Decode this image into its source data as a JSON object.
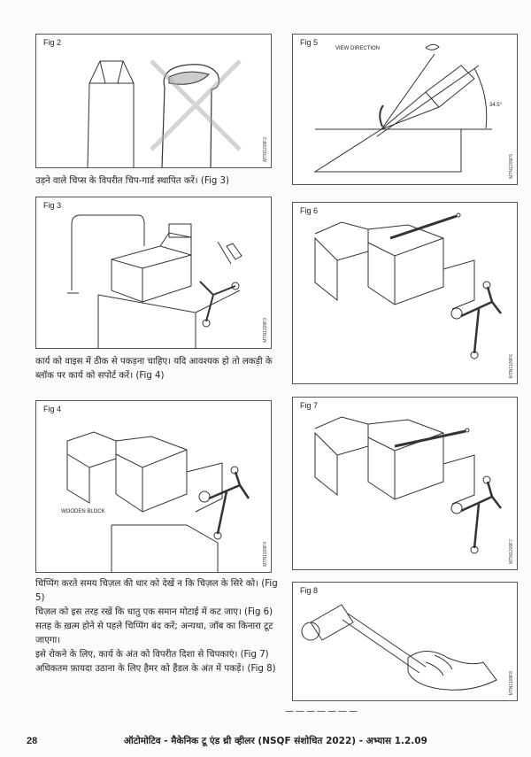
{
  "figures": {
    "fig2": {
      "label": "Fig 2",
      "code": "MTN1209F2"
    },
    "fig3": {
      "label": "Fig 3",
      "code": "MTN1209F3"
    },
    "fig4": {
      "label": "Fig 4",
      "code": "MTN1209F4",
      "annotation": "WOODEN BLOCK"
    },
    "fig5": {
      "label": "Fig 5",
      "code": "MTN1209F5",
      "annotation": "VIEW DIRECTION",
      "angle": "34.5°"
    },
    "fig6": {
      "label": "Fig 6",
      "code": "MTN1109F6"
    },
    "fig7": {
      "label": "Fig 7",
      "code": "MTN1209F7"
    },
    "fig8": {
      "label": "Fig 8",
      "code": "MTN1109F8"
    }
  },
  "text": {
    "p1": "उड़ने वाले चिप्स के विपरीत चिप-गार्ड स्थापित करें। (Fig 3)",
    "p2": "कार्य को वाइस में ठीक से पकड़ना चाहिए। यदि आवश्यक हो तो लकड़ी के ब्लॉक पर कार्य को सपोर्ट करें। (Fig 4)",
    "p3": "चिप्पिंग करते समय चिज़ल की धार को देखें न कि चिज़ल के सिरे को। (Fig 5)",
    "p4": "चिज़ल को इस तरह रखें कि धातु एक समान मोटाई में कट जाए। (Fig 6)",
    "p5": "सतह के ख़त्म होने से पहले चिप्पिंग बंद करें; अन्यथा, जॉब का किनारा टूट जाएगा।",
    "p6": "इसे रोकने के लिए, कार्य के अंत को विपरीत दिशा से चिपकाएं। (Fig 7)",
    "p7": "अधिकतम फ़ायदा उठाना के लिए हैमर को हैंडल के अंत में पकड़ें। (Fig 8)"
  },
  "separator": "———————",
  "footer": {
    "page_number": "28",
    "title": "ऑटोमोटिव - मैकेनिक टू एंड थ्री व्हीलर (NSQF संशोधित 2022) - अभ्यास 1.2.09"
  }
}
